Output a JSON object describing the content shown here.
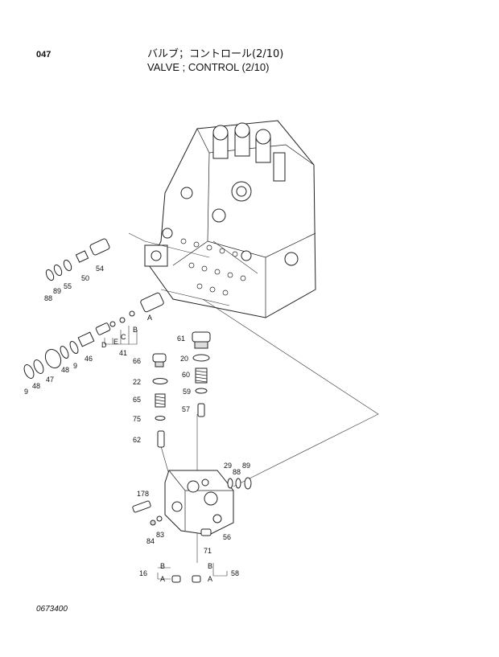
{
  "header": {
    "page_number": "047",
    "title_jp": "バルブ；コントロール(2/10)",
    "title_en": "VALVE ; CONTROL (2/10)"
  },
  "footer": {
    "drawing_code": "0673400"
  },
  "callouts": {
    "c61": "61",
    "c20a": "20",
    "c60": "60",
    "c59": "59",
    "c57": "57",
    "c66": "66",
    "c22": "22",
    "c65": "65",
    "c75": "75",
    "c62": "62",
    "c54": "54",
    "c50": "50",
    "c55": "55",
    "c89a": "89",
    "c88a": "88",
    "cA1": "A",
    "cB1": "B",
    "cC1": "C",
    "cD1": "D",
    "cE1": "E",
    "c41": "41",
    "c46": "46",
    "c9a": "9",
    "c48a": "48",
    "c47": "47",
    "c48b": "48",
    "c9b": "9",
    "c29": "29",
    "c88b": "88",
    "c89b": "89",
    "c178": "178",
    "c83": "83",
    "c84": "84",
    "c56": "56",
    "c71": "71",
    "c16": "16",
    "cB2": "B",
    "cA2": "A",
    "c58": "58",
    "cB3": "B",
    "cA3": "A"
  }
}
